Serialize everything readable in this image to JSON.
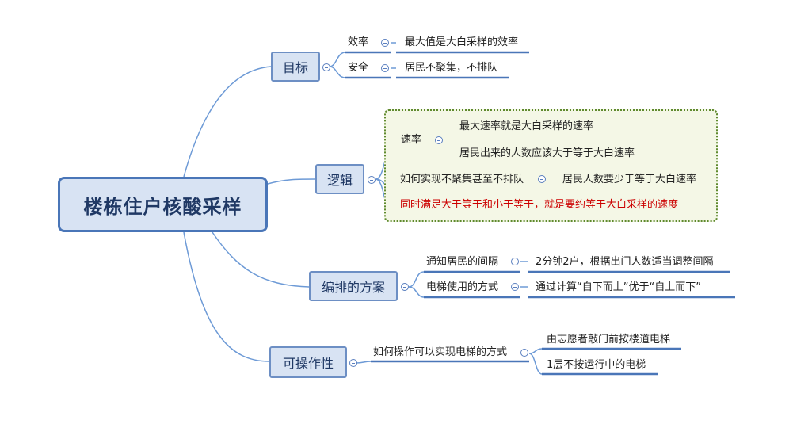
{
  "root": {
    "label": "楼栋住户核酸采样"
  },
  "branches": {
    "goal": {
      "label": "目标",
      "items": [
        {
          "label": "效率",
          "detail": "最大值是大白采样的效率"
        },
        {
          "label": "安全",
          "detail": "居民不聚集，不排队"
        }
      ]
    },
    "logic": {
      "label": "逻辑",
      "speed_label": "速率",
      "speed_items": [
        "最大速率就是大白采样的速率",
        "居民出来的人数应该大于等于大白速率"
      ],
      "how_label": "如何实现不聚集甚至不排队",
      "how_detail": "居民人数要少于等于大白速率",
      "conclusion": "同时满足大于等于和小于等于，就是要约等于大白采样的速度"
    },
    "plan": {
      "label": "编排的方案",
      "items": [
        {
          "label": "通知居民的间隔",
          "detail": "2分钟2户，根据出门人数适当调整间隔"
        },
        {
          "label": "电梯使用的方式",
          "detail": "通过计算“自下而上”优于“自上而下”"
        }
      ]
    },
    "feasibility": {
      "label": "可操作性",
      "question": "如何操作可以实现电梯的方式",
      "answers": [
        "由志愿者敲门前按楼道电梯",
        "1层不按运行中的电梯"
      ]
    }
  },
  "colors": {
    "connector": "#6d9ad6",
    "underline": "#4a76b8",
    "highlight": "#cc0000",
    "summary_border": "#5f8a2e"
  }
}
